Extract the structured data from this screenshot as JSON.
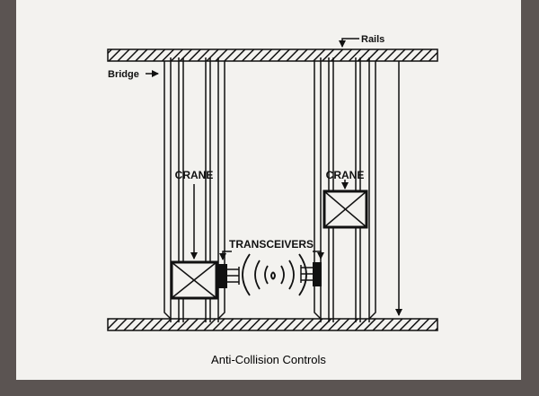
{
  "diagram": {
    "labels": {
      "rails": "Rails",
      "bridge": "Bridge",
      "crane_left": "CRANE",
      "crane_right": "CRANE",
      "transceivers": "TRANSCEIVERS"
    },
    "caption": "Anti-Collision Controls"
  },
  "colors": {
    "frame": "#5b5452",
    "paper": "#f3f2ef",
    "ink": "#111111"
  }
}
